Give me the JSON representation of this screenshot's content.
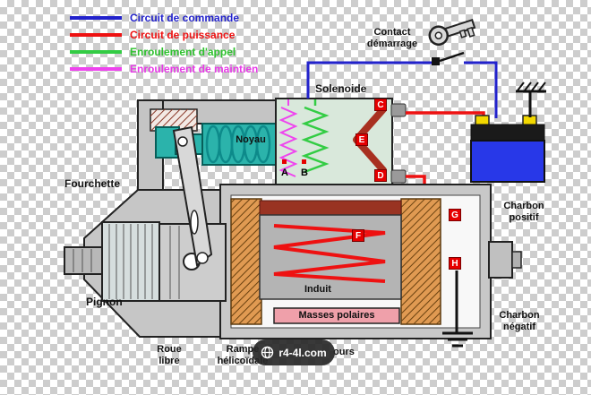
{
  "legend": {
    "items": [
      {
        "label": "Circuit de commande",
        "color": "#2222cc"
      },
      {
        "label": "Circuit de puissance",
        "color": "#ee1111"
      },
      {
        "label": "Enroulement d'appel",
        "color": "#33cc44"
      },
      {
        "label": "Enroulement de maintien",
        "color": "#ee44ee"
      }
    ]
  },
  "top_right": {
    "contact_line1": "Contact",
    "contact_line2": "démarrage"
  },
  "component_labels": {
    "solenoide": "Solenoide",
    "noyau": "Noyau",
    "fourchette": "Fourchette",
    "pignon": "Pignon",
    "roue_libre_line1": "Roue",
    "roue_libre_line2": "libre",
    "rampe_line1": "Rampe",
    "rampe_line2": "hélicoïdale",
    "induit": "Induit",
    "masses_polaires": "Masses polaires",
    "charbon_positif_line1": "Charbon",
    "charbon_positif_line2": "positif",
    "charbon_negatif_line1": "Charbon",
    "charbon_negatif_line2": "négatif",
    "partial_label_right_of_watermark": "ours"
  },
  "markers": {
    "a": "A",
    "b": "B",
    "c": "C",
    "d": "D",
    "e": "E",
    "f": "F",
    "g": "G",
    "h": "H"
  },
  "watermark": {
    "text": "r4-4l.com"
  },
  "colors": {
    "command_wire": "#2222cc",
    "power_wire": "#ee1111",
    "appel_coil": "#33cc44",
    "maintien_coil": "#ee44ee",
    "battery_body": "#2838e8",
    "copper": "#e09a52",
    "core_teal": "#2bb3ab",
    "masses_bar": "#efa0aa"
  }
}
